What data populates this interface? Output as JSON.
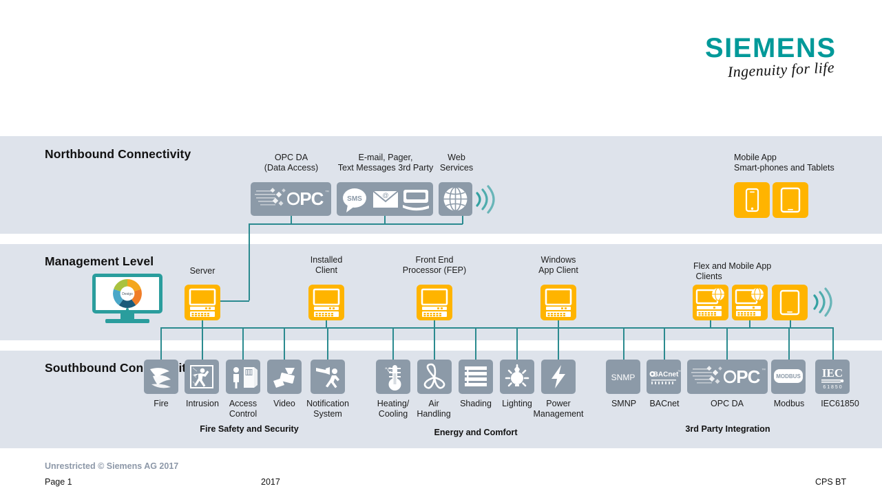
{
  "brand": {
    "wordmark": "SIEMENS",
    "claim": "Ingenuity for life",
    "teal": "#009999",
    "orange": "#ffb400",
    "grey_tile": "#8c9aa8",
    "band_bg": "#dee3eb",
    "wire": "#2a8a8f"
  },
  "bands": {
    "north": {
      "title": "Northbound\nConnectivity"
    },
    "management": {
      "title": "Management\nLevel"
    },
    "south": {
      "title": "Southbound\nConnectivity"
    }
  },
  "northbound": {
    "groups": [
      {
        "label": "OPC DA\n(Data Access)",
        "icon": "opc-logo-icon"
      },
      {
        "label": "E-mail, Pager,\nText Messages 3rd Party",
        "icons": [
          "sms-bubble-icon",
          "email-envelope-icon",
          "pager-icon"
        ]
      },
      {
        "label": "Web\nServices",
        "icon": "globe-icon"
      }
    ],
    "mobile": {
      "label_line1": "Mobile App",
      "label_line2": "Smart-phones and Tablets",
      "icons": [
        "smartphone-icon",
        "tablet-icon"
      ]
    }
  },
  "management": {
    "desigo_monitor": {
      "icon": "desigo-cc-monitor-icon",
      "logo_text": "Desigo",
      "segments": [
        "#a9c23f",
        "#f4a71d",
        "#f07d28",
        "#1b5a7a",
        "#4aa7c8"
      ]
    },
    "nodes": [
      {
        "label": "Server",
        "icon": "workstation-icon"
      },
      {
        "label": "Installed\nClient",
        "icon": "workstation-icon"
      },
      {
        "label": "Front End\nProcessor (FEP)",
        "icon": "workstation-icon"
      },
      {
        "label": "Windows\nApp Client",
        "icon": "workstation-icon"
      }
    ],
    "flex_clients": {
      "label_line1": "Flex and Mobile App",
      "label_line2": "Clients",
      "icons": [
        "web-client-icon",
        "web-client-icon",
        "tablet-icon",
        "wifi-icon"
      ]
    }
  },
  "southbound": {
    "groups": [
      {
        "title": "Fire Safety and Security",
        "items": [
          {
            "label": "Fire",
            "icon": "flame-icon"
          },
          {
            "label": "Intrusion",
            "icon": "intruder-icon"
          },
          {
            "label": "Access\nControl",
            "icon": "access-door-icon"
          },
          {
            "label": "Video",
            "icon": "cctv-camera-icon"
          },
          {
            "label": "Notification\nSystem",
            "icon": "megaphone-runner-icon"
          }
        ]
      },
      {
        "title": "Energy and Comfort",
        "items": [
          {
            "label": "Heating/\nCooling",
            "icon": "thermometer-icon"
          },
          {
            "label": "Air\nHandling",
            "icon": "fan-icon"
          },
          {
            "label": "Shading",
            "icon": "blinds-icon"
          },
          {
            "label": "Lighting",
            "icon": "lightbulb-icon"
          },
          {
            "label": "Power\nManagement",
            "icon": "lightning-bolt-icon"
          }
        ]
      },
      {
        "title": "3rd Party Integration",
        "items": [
          {
            "label": "SMNP",
            "icon": "snmp-logo-icon",
            "icon_text": "SNMP"
          },
          {
            "label": "BACnet",
            "icon": "bacnet-logo-icon",
            "icon_text": "BACnet"
          },
          {
            "label": "OPC DA",
            "icon": "opc-logo-icon"
          },
          {
            "label": "Modbus",
            "icon": "modbus-logo-icon",
            "icon_text": "MODBUS"
          },
          {
            "label": "IEC61850",
            "icon": "iec-logo-icon",
            "icon_text": "IEC",
            "icon_subtext": "6 1 8 5 0"
          }
        ]
      }
    ]
  },
  "footer": {
    "copyright": "Unrestricted © Siemens AG 2017",
    "page": "Page 1",
    "year": "2017",
    "unit": "CPS BT"
  }
}
